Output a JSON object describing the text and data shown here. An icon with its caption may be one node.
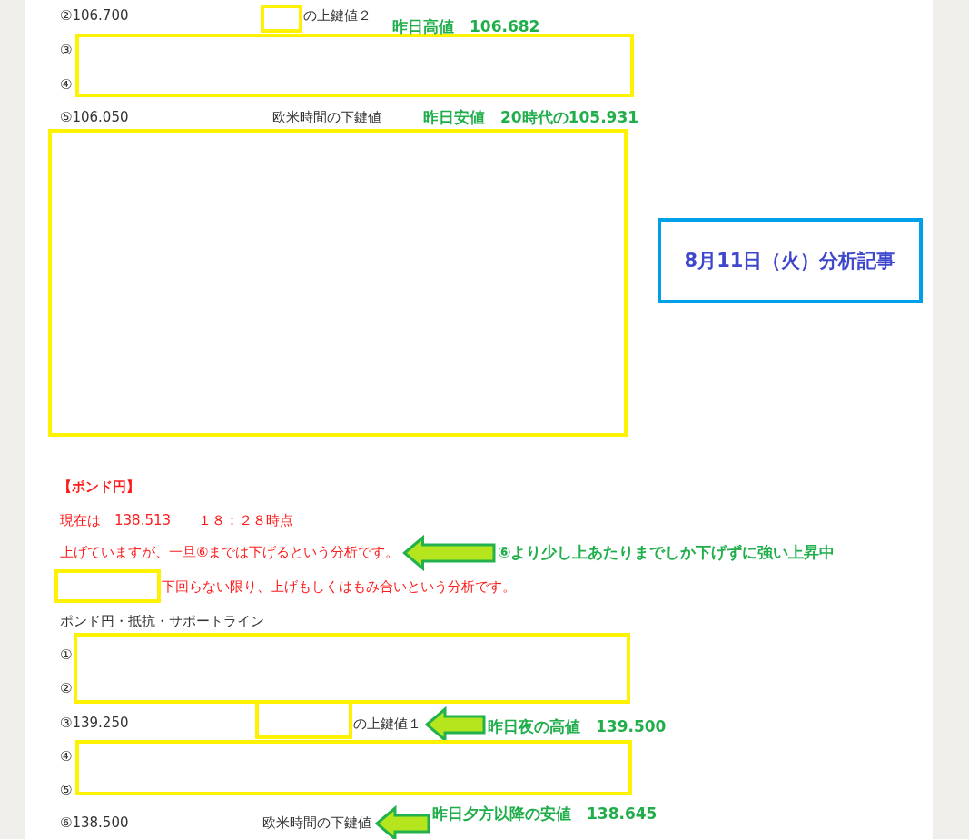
{
  "diagram": {
    "nodes": [
      {
        "text": [],
        "shape": "box"
      },
      {
        "text": [],
        "shape": "box"
      },
      {
        "text": [],
        "shape": "box"
      },
      {
        "text": [
          "8月11日（火）分析記事"
        ]
      },
      {
        "text": [
          "上げていますが、一旦⑥までは下げるという分析です。"
        ]
      },
      {
        "text": [
          "⑥より少し上あたりまでしか下げずに強い上昇中"
        ]
      },
      {
        "text": [],
        "shape": "box"
      },
      {
        "text": [],
        "shape": "box"
      },
      {
        "text": [],
        "shape": "box"
      },
      {
        "text": [
          "の上鍵値１"
        ]
      },
      {
        "text": [
          "昨日夜の高値　139.500"
        ]
      },
      {
        "text": [],
        "shape": "box"
      },
      {
        "text": [
          "欧米時間の下鍵値"
        ]
      },
      {
        "text": [
          "昨日夕方以降の安値　138.645"
        ]
      }
    ],
    "edges": [
      {
        "from": 5,
        "to": 4,
        "arrow": "to"
      },
      {
        "from": 10,
        "to": 9,
        "arrow": "to"
      },
      {
        "from": 13,
        "to": 12,
        "arrow": "to"
      }
    ],
    "labels": [
      "②106.700",
      "の上鍵値２",
      "昨日高値　106.682",
      "③",
      "④",
      "⑤106.050",
      "欧米時間の下鍵値",
      "昨日安値　20時代の105.931",
      "【ポンド円】",
      "現在は　138.513　　１８：２８時点",
      "下回らない限り、上げもしくはもみ合いという分析です。",
      "ポンド円・抵抗・サポートライン",
      "①",
      "②",
      "③139.250",
      "④",
      "⑤",
      "⑥138.500"
    ]
  }
}
